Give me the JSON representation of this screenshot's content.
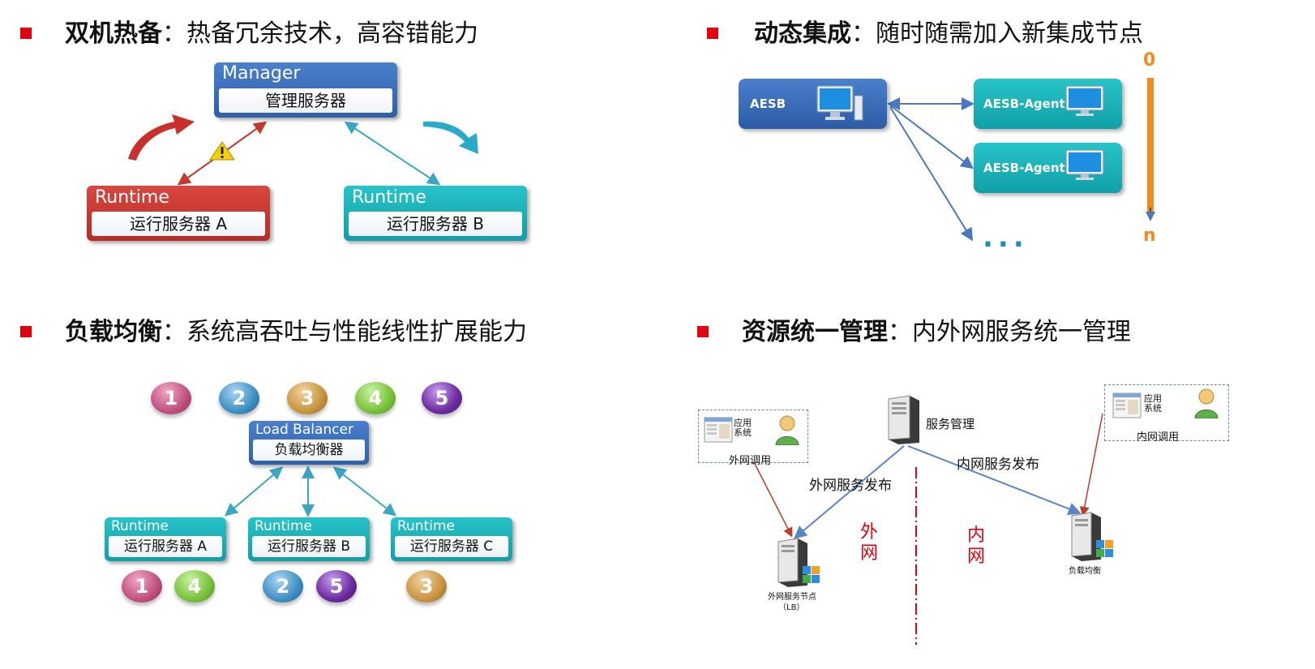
{
  "sections": {
    "ha": {
      "bold": "双机热备",
      "rest": "：热备冗余技术，高容错能力"
    },
    "dyn": {
      "bold": "动态集成",
      "rest": "：随时随需加入新集成节点"
    },
    "lb": {
      "bold": "负载均衡",
      "rest": "：系统高吞吐与性能线性扩展能力"
    },
    "res": {
      "bold": "资源统一管理",
      "rest": "：内外网服务统一管理"
    }
  },
  "ha_diagram": {
    "manager_title": "Manager",
    "manager_sub": "管理服务器",
    "runtime_a_title": "Runtime",
    "runtime_a_sub": "运行服务器 A",
    "runtime_b_title": "Runtime",
    "runtime_b_sub": "运行服务器 B",
    "warning_icon": "warning-icon"
  },
  "dyn_diagram": {
    "aesb": "AESB",
    "agent1": "AESB-Agent",
    "agent2": "AESB-Agent",
    "ellipsis": "...",
    "range_start": "0",
    "range_end": "n"
  },
  "lb_diagram": {
    "top_balls": [
      "1",
      "2",
      "3",
      "4",
      "5"
    ],
    "lb_title": "Load Balancer",
    "lb_sub": "负载均衡器",
    "runtimes": [
      {
        "title": "Runtime",
        "sub": "运行服务器 A",
        "balls": [
          "1",
          "4"
        ]
      },
      {
        "title": "Runtime",
        "sub": "运行服务器 B",
        "balls": [
          "2",
          "5"
        ]
      },
      {
        "title": "Runtime",
        "sub": "运行服务器 C",
        "balls": [
          "3"
        ]
      }
    ],
    "ball_colors": {
      "1": "#c0507f",
      "2": "#3e8fc4",
      "3": "#c8943e",
      "4": "#78c23a",
      "5": "#6c2a9e"
    }
  },
  "res_diagram": {
    "app_left": "应用\n系统",
    "app_left_label": "外网调用",
    "app_right": "应用\n系统",
    "app_right_label": "内网调用",
    "service_mgmt": "服务管理",
    "ext_publish": "外网服务发布",
    "int_publish": "内网服务发布",
    "ext_zone_1": "外",
    "ext_zone_2": "网",
    "int_zone_1": "内",
    "int_zone_2": "网",
    "ext_node": "外网服务节点",
    "ext_node_sub": "（LB）",
    "lb_node": "负载均衡"
  },
  "colors": {
    "accent_red": "#e3000f",
    "blue": "#2e5fa8",
    "teal": "#129ea6",
    "orange": "#f28a1c"
  }
}
